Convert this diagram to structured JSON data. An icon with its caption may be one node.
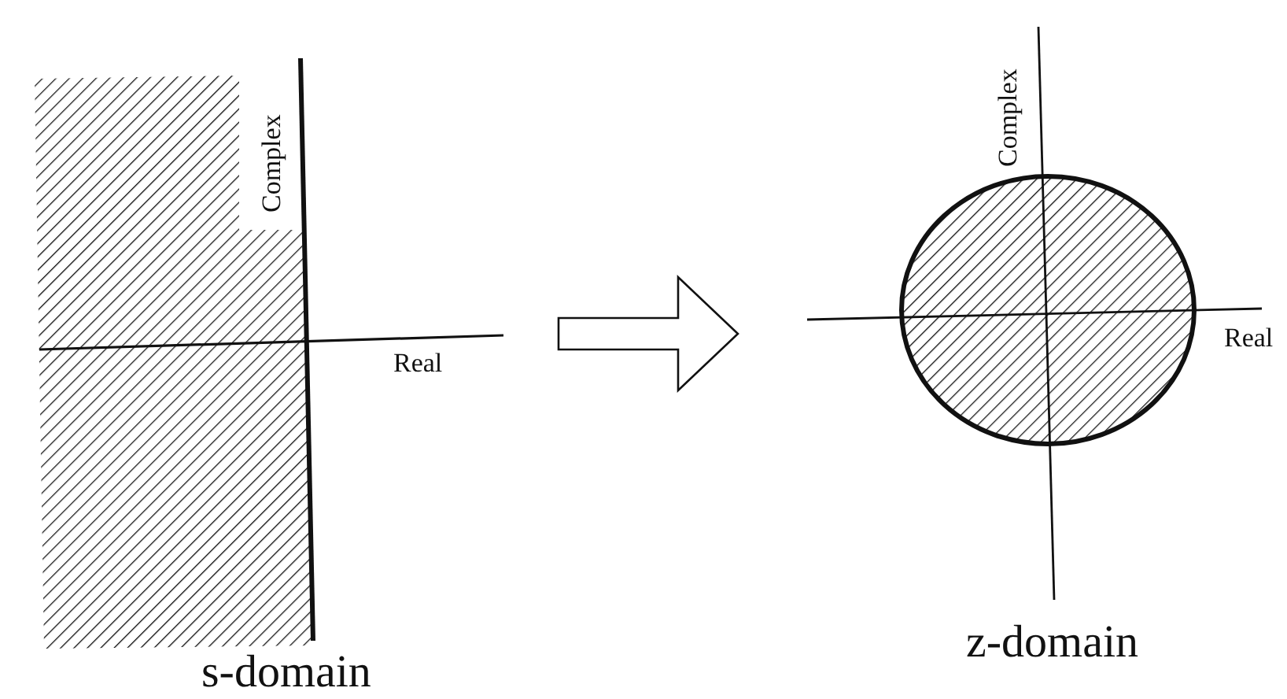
{
  "diagram": {
    "nodes": [
      {
        "text": [],
        "shape": "picture",
        "beside": [
          "s-domain"
        ]
      },
      {
        "text": [],
        "shape": "picture",
        "beside": [
          "z-domain"
        ]
      }
    ],
    "edges": [
      {
        "from": 0,
        "to": 1,
        "arrow": "to"
      }
    ],
    "labels": [
      "Complex",
      "Real",
      "Complex",
      "Real"
    ]
  }
}
